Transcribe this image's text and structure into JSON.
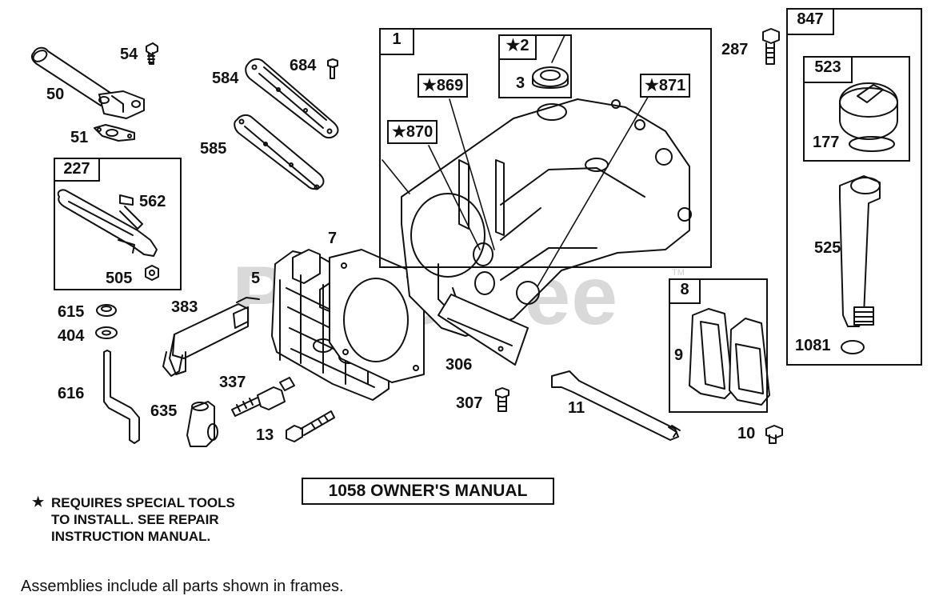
{
  "watermark": "PartsTree",
  "watermark_tm": "TM",
  "star_note": {
    "symbol": "★",
    "lines": [
      "REQUIRES SPECIAL TOOLS",
      "TO INSTALL.  SEE REPAIR",
      "INSTRUCTION MANUAL."
    ]
  },
  "manual_label": "1058 OWNER'S MANUAL",
  "footer": "Assemblies include all parts shown in frames.",
  "frames": {
    "cylinder_assembly": "1",
    "gasket_set": "★2",
    "cylinder_flag_869": "★869",
    "cylinder_flag_870": "★870",
    "cylinder_flag_871": "★871",
    "governor_link": "227",
    "gasket_set_8": "8",
    "dipstick_assembly": "847",
    "dipstick_cap": "523"
  },
  "parts": {
    "p54": "54",
    "p50": "50",
    "p51": "51",
    "p584": "584",
    "p684": "684",
    "p585": "585",
    "p562": "562",
    "p505": "505",
    "p615": "615",
    "p404": "404",
    "p616": "616",
    "p383": "383",
    "p5": "5",
    "p7": "7",
    "p337": "337",
    "p635": "635",
    "p13": "13",
    "p3": "3",
    "p306": "306",
    "p307": "307",
    "p11": "11",
    "p9": "9",
    "p10": "10",
    "p287": "287",
    "p177": "177",
    "p525": "525",
    "p1081": "1081"
  }
}
